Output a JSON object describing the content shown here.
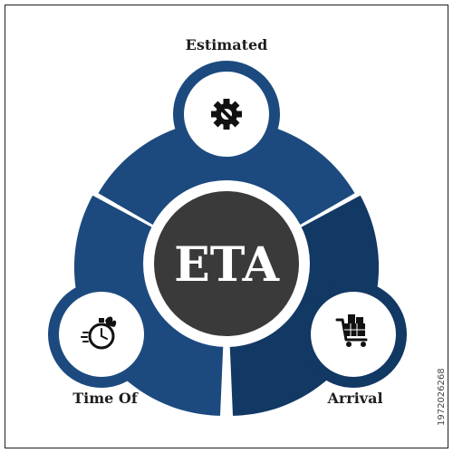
{
  "center": {
    "text": "ETA"
  },
  "segments": [
    {
      "label": "Estimated",
      "icon": "gear-wrench-icon"
    },
    {
      "label": "Time Of",
      "icon": "stopwatch-icon"
    },
    {
      "label": "Arrival",
      "icon": "shopping-cart-icon"
    }
  ],
  "watermark": {
    "id": "1972026268"
  },
  "colors": {
    "segment": "#1c4a7f",
    "segment_dark": "#123864",
    "center": "#3a3a3a",
    "icon": "#111111",
    "text": "#1f1f1f"
  }
}
